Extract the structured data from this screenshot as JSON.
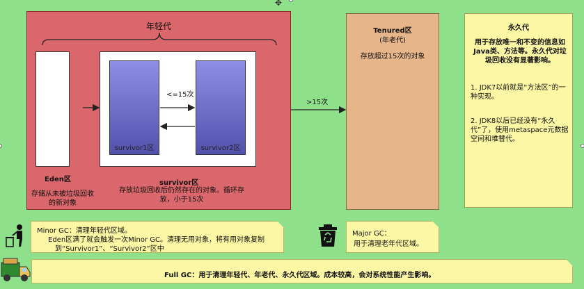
{
  "young_gen": {
    "title": "年轻代"
  },
  "eden": {
    "title": "Eden区",
    "desc": "存储从未被垃圾回收的新对象"
  },
  "survivor": {
    "s1_label": "survivor1区",
    "s2_label": "survivor2区",
    "title": "survivor区",
    "desc": "存放垃圾回收后仍然存在的对象。循环存放，小于15次",
    "loop_label": "<=15次"
  },
  "promote_label": ">15次",
  "tenured": {
    "title": "Tenured区",
    "subtitle": "(年老代)",
    "desc": "存放超过15次的对象"
  },
  "permgen": {
    "title": "永久代",
    "desc": "用于存放唯一和不变的信息如Java类、方法等。永久代对垃圾回收没有显著影响。",
    "point1": "1. JDK7以前就是“方法区”的一种实现。",
    "point2": "2. JDK8以后已经没有“永久代”了，使用metaspace元数据空间和堆替代。"
  },
  "minor_gc": {
    "line1": "Minor GC：清理年轻代区域。",
    "line2": "Eden区满了就会触发一次Minor GC。清理无用对象，将有用对象复制",
    "line3": "到“Survivor1”、“Survivor2”区中"
  },
  "major_gc": {
    "line1": "Major GC：",
    "line2": "用于清理老年代区域。"
  },
  "full_gc": {
    "text": "Full GC：用于清理年轻代、年老代、永久代区域。成本较高，会对系统性能产生影响。"
  },
  "colors": {
    "background": "#8ee08a",
    "young_gen": "#d9676b",
    "survivor": "#6a6ac4",
    "tenured": "#e6b58a",
    "permgen_note": "#fbf7a5"
  },
  "icons": [
    "person-trash-icon",
    "recycle-bin-icon",
    "garbage-truck-icon"
  ]
}
